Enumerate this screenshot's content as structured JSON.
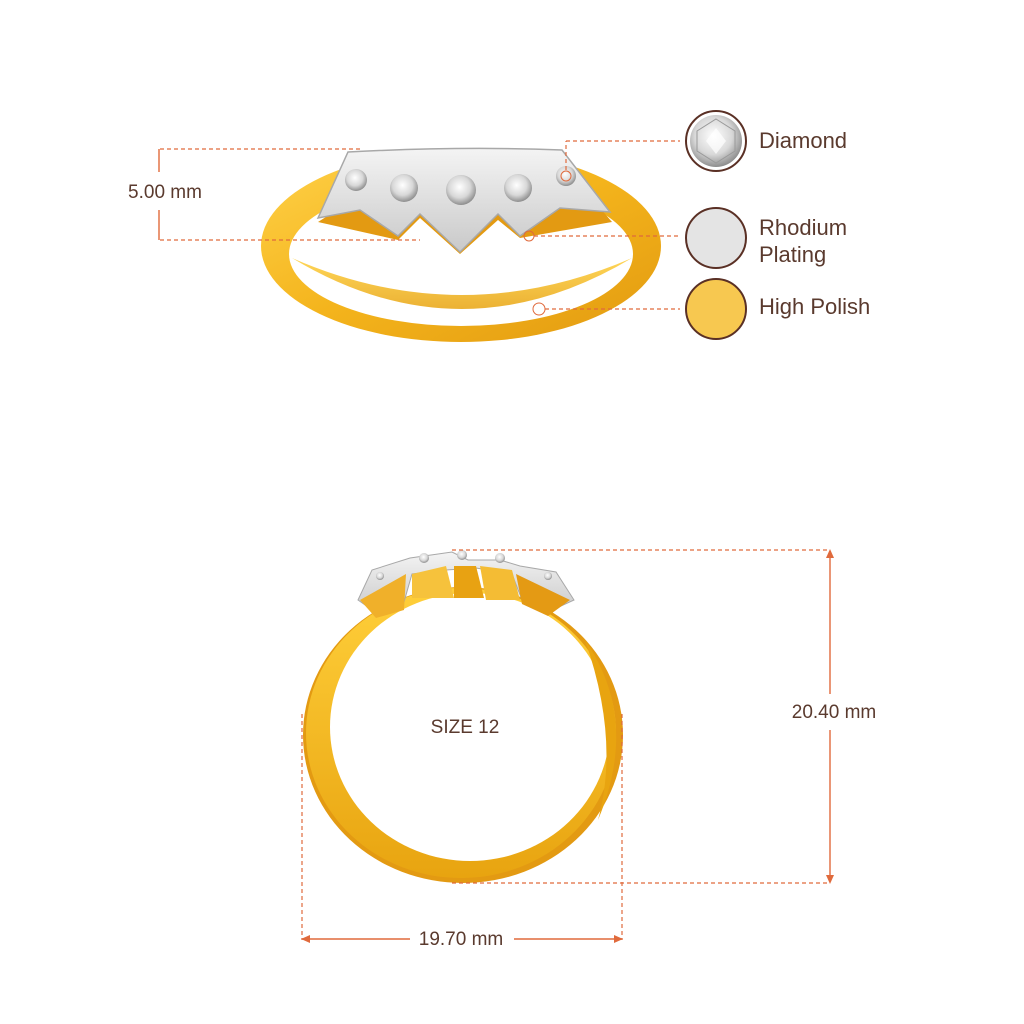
{
  "top_view": {
    "height_label": "5.00 mm"
  },
  "legend": [
    {
      "label_lines": [
        "Diamond"
      ],
      "icon": "diamond-icon",
      "color": "#ffffff"
    },
    {
      "label_lines": [
        "Rhodium",
        "Plating"
      ],
      "icon": "rhodium-swatch-icon",
      "color": "#e4e4e4"
    },
    {
      "label_lines": [
        "High Polish"
      ],
      "icon": "gold-swatch-icon",
      "color": "#f7c850"
    }
  ],
  "front_view": {
    "size_label": "SIZE 12",
    "height_label": "20.40 mm",
    "width_label": "19.70 mm"
  },
  "colors": {
    "annotation": "#e06a3c",
    "text": "#5a3a2e",
    "gold": "#f4b41c",
    "gold_dark": "#d8920a",
    "rhodium": "#dcdcdc",
    "swatch_border": "#5a3025"
  }
}
